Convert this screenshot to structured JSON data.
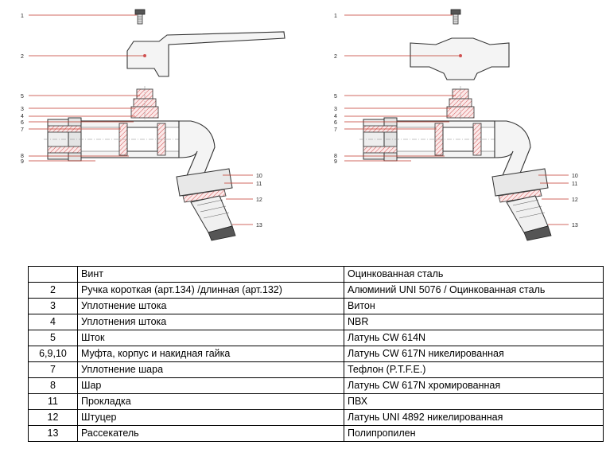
{
  "drawing_labels": {
    "left": [
      "1",
      "2",
      "5",
      "3",
      "4",
      "6",
      "7",
      "8",
      "9",
      "10",
      "11",
      "12",
      "13"
    ],
    "right": [
      "1",
      "2",
      "5",
      "3",
      "4",
      "6",
      "7",
      "8",
      "9",
      "10",
      "11",
      "12",
      "13"
    ]
  },
  "table": {
    "rows": [
      {
        "num": "",
        "name": "Винт",
        "material": "Оцинкованная сталь"
      },
      {
        "num": "2",
        "name": "Ручка  короткая (арт.134) /длинная (арт.132)",
        "material": "Алюминий UNI 5076 / Оцинкованная сталь"
      },
      {
        "num": "3",
        "name": "Уплотнение штока",
        "material": "Витон"
      },
      {
        "num": "4",
        "name": "Уплотнения штока",
        "material": "NBR"
      },
      {
        "num": "5",
        "name": "Шток",
        "material": "Латунь CW 614N"
      },
      {
        "num": "6,9,10",
        "name": "Муфта, корпус и накидная гайка",
        "material": "Латунь CW 617N никелированная"
      },
      {
        "num": "7",
        "name": "Уплотнение шара",
        "material": "Тефлон (P.T.F.E.)"
      },
      {
        "num": "8",
        "name": "Шар",
        "material": "Латунь CW 617N хромированная"
      },
      {
        "num": "11",
        "name": "Прокладка",
        "material": "ПВХ"
      },
      {
        "num": "12",
        "name": "Штуцер",
        "material": "Латунь UNI 4892 никелированная"
      },
      {
        "num": "13",
        "name": "Рассекатель",
        "material": "Полипропилен"
      }
    ]
  }
}
